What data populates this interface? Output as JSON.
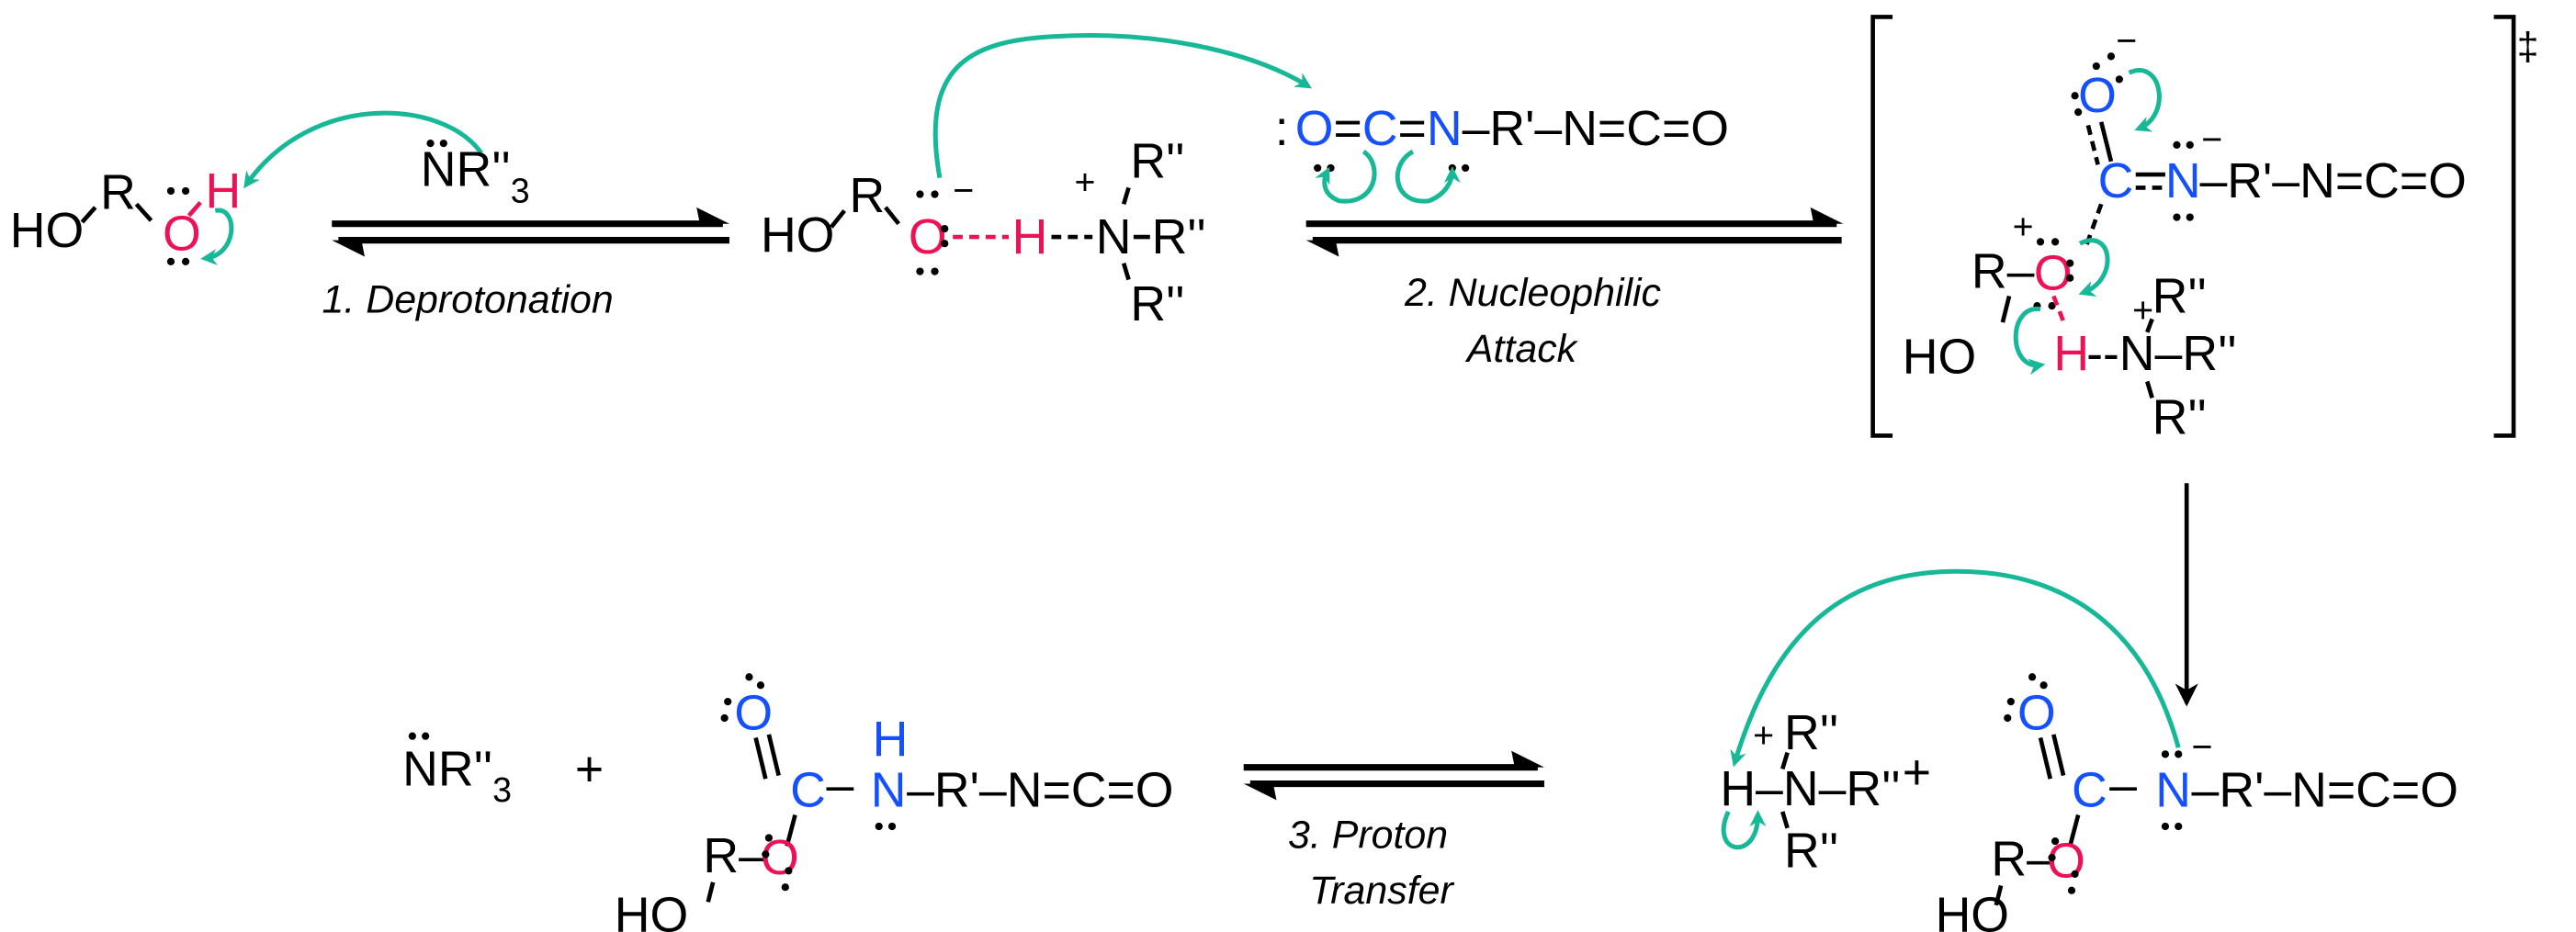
{
  "colors": {
    "oxygen_highlight": "#ee1155",
    "isocyanate_highlight": "#1450ff",
    "electron_arrow": "#17b897"
  },
  "steps": {
    "step1": "1. Deprotonation",
    "step2_line1": "2. Nucleophilic",
    "step2_line2": "Attack",
    "step3_line1": "3. Proton",
    "step3_line2": "Transfer"
  },
  "diol": {
    "ho": "HO",
    "r": "R",
    "o": "O",
    "h": "H"
  },
  "base": {
    "n": "NR''",
    "sub": "3"
  },
  "alkoxide": {
    "ho": "HO",
    "r": "R",
    "o": "O",
    "minus": "−",
    "h": "H",
    "n": "N",
    "plus": "+",
    "r_top": "R''",
    "r_right": "R''",
    "r_bottom": "R''"
  },
  "diisocyanate": {
    "colon": ":",
    "o": "O",
    "eq1": "=",
    "c": "C",
    "eq2": "=",
    "n": "N",
    "rest": "–R'–N=C=O"
  },
  "transition_state": {
    "dagger": "‡",
    "o_top": "O",
    "o_minus": "−",
    "c": "C",
    "n": "N",
    "n_minus": "−",
    "rest": "–R'–N=C=O",
    "r": "R–",
    "o": "O",
    "o_plus": "+",
    "ho": "HO",
    "h": "H",
    "n2": "--N–R''",
    "n_plus": "+",
    "r_top": "R''",
    "r_bottom": "R''"
  },
  "products": {
    "base": {
      "n": "NR''",
      "sub": "3"
    },
    "plus1": "+",
    "urethane": {
      "o_top": "O",
      "c": "C",
      "bond": "–",
      "n": "N",
      "h": "H",
      "rest": "–R'–N=C=O",
      "r": "R–",
      "o": "O",
      "ho": "HO"
    }
  },
  "intermediates": {
    "ammonium": {
      "h": "H–N–R''",
      "plus": "+",
      "r_top": "R''",
      "r_bottom": "R''"
    },
    "plus2": "+",
    "anion": {
      "o_top": "O",
      "c": "C",
      "bond": "–",
      "n": "N",
      "n_minus": "−",
      "rest": "–R'–N=C=O",
      "r": "R–",
      "o": "O",
      "ho": "HO"
    }
  }
}
